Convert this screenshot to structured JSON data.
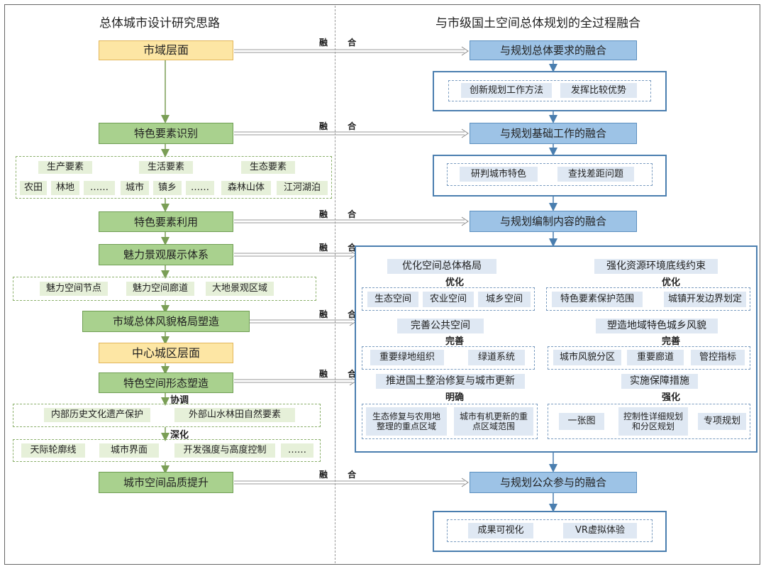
{
  "headers": {
    "left": "总体城市设计研究思路",
    "right": "与市级国土空间总体规划的全过程融合"
  },
  "fuse_label": "融 合",
  "left": {
    "city_level": "市域层面",
    "feature_identify": "特色要素识别",
    "element_groups": [
      "生产要素",
      "生活要素",
      "生态要素"
    ],
    "element_items": [
      "农田",
      "林地",
      "……",
      "城市",
      "镇乡",
      "……",
      "森林山体",
      "江河湖泊"
    ],
    "feature_use": "特色要素利用",
    "charm_system": "魅力景观展示体系",
    "charm_items": [
      "魅力空间节点",
      "魅力空间廊道",
      "大地景观区域"
    ],
    "overall_style": "市域总体风貌格局塑造",
    "center_level": "中心城区层面",
    "space_form": "特色空间形态塑造",
    "coordinate": "协调",
    "coordinate_items": [
      "内部历史文化遗产保护",
      "外部山水林田自然要素"
    ],
    "deepen": "深化",
    "deepen_items": [
      "天际轮廓线",
      "城市界面",
      "开发强度与高度控制",
      "……"
    ],
    "quality": "城市空间品质提升"
  },
  "right": {
    "r1": "与规划总体要求的融合",
    "r1_items": [
      "创新规划工作方法",
      "发挥比较优势"
    ],
    "r2": "与规划基础工作的融合",
    "r2_items": [
      "研判城市特色",
      "查找差距问题"
    ],
    "r3": "与规划编制内容的融合",
    "g1_title": "优化空间总体格局",
    "g1_verb": "优化",
    "g1_items": [
      "生态空间",
      "农业空间",
      "城乡空间"
    ],
    "g2_title": "强化资源环境底线约束",
    "g2_verb": "优化",
    "g2_items": [
      "特色要素保护范围",
      "城镇开发边界划定"
    ],
    "g3_title": "完善公共空间",
    "g3_verb": "完善",
    "g3_items": [
      "重要绿地组织",
      "绿道系统"
    ],
    "g4_title": "塑造地域特色城乡风貌",
    "g4_verb": "完善",
    "g4_items": [
      "城市风貌分区",
      "重要廊道",
      "管控指标"
    ],
    "g5_title": "推进国土整治修复与城市更新",
    "g5_verb": "明确",
    "g5_items": [
      "生态修复与农用地整理的重点区域",
      "城市有机更新的重点区域范围"
    ],
    "g6_title": "实施保障措施",
    "g6_verb": "强化",
    "g6_items": [
      "一张图",
      "控制性详细规划和分区规划",
      "专项规划"
    ],
    "r4": "与规划公众参与的融合",
    "r4_items": [
      "成果可视化",
      "VR虚拟体验"
    ]
  },
  "colors": {
    "orange": "#fde6a4",
    "green": "#a9d18e",
    "blue": "#9dc3e6",
    "frame": "#4a7eaf"
  }
}
